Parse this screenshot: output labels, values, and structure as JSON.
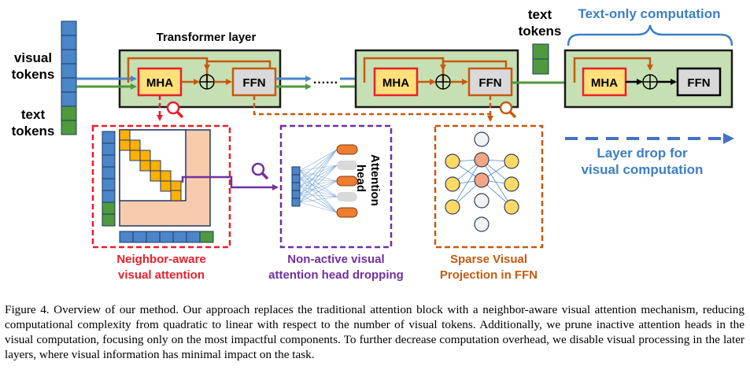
{
  "labels": {
    "transformer_layer": "Transformer layer",
    "visual_tokens": [
      "visual",
      "tokens"
    ],
    "text_tokens": [
      "text",
      "tokens"
    ],
    "text_tokens_right": [
      "text",
      "tokens"
    ],
    "mha": "MHA",
    "ffn": "FFN",
    "plus": "⊕",
    "dots": "······",
    "text_only": "Text-only computation",
    "layer_drop": [
      "Layer drop for",
      "visual computation"
    ],
    "neighbor": [
      "Neighbor-aware",
      "visual attention"
    ],
    "nonactive": [
      "Non-active visual",
      "attention head dropping"
    ],
    "sparse": [
      "Sparse Visual",
      "Projection in FFN"
    ],
    "attention_head": [
      "Attention",
      "head"
    ]
  },
  "colors": {
    "visual_token": "#4a86c8",
    "text_token": "#4e9a3c",
    "layer_fill": "#c6e0b4",
    "mha_fill": "#ffe07a",
    "ffn_fill": "#d9d9d9",
    "red": "#e8202a",
    "purple": "#7030a0",
    "orange": "#c55a11",
    "blue_label": "#3c7fc4",
    "attn_orange": "#ffb000",
    "attn_peach": "#f8cbad",
    "head_orange": "#ed7d31",
    "head_gray": "#d9d9d9",
    "node_yellow": "#ffd966"
  },
  "caption": "Figure 4. Overview of our method. Our approach replaces the traditional attention block with a neighbor-aware visual attention mechanism, reducing computational complexity from quadratic to linear with respect to the number of visual tokens. Additionally, we prune inactive attention heads in the visual computation, focusing only on the most impactful components. To further decrease computation overhead, we disable visual processing in the later layers, where visual information has minimal impact on the task."
}
